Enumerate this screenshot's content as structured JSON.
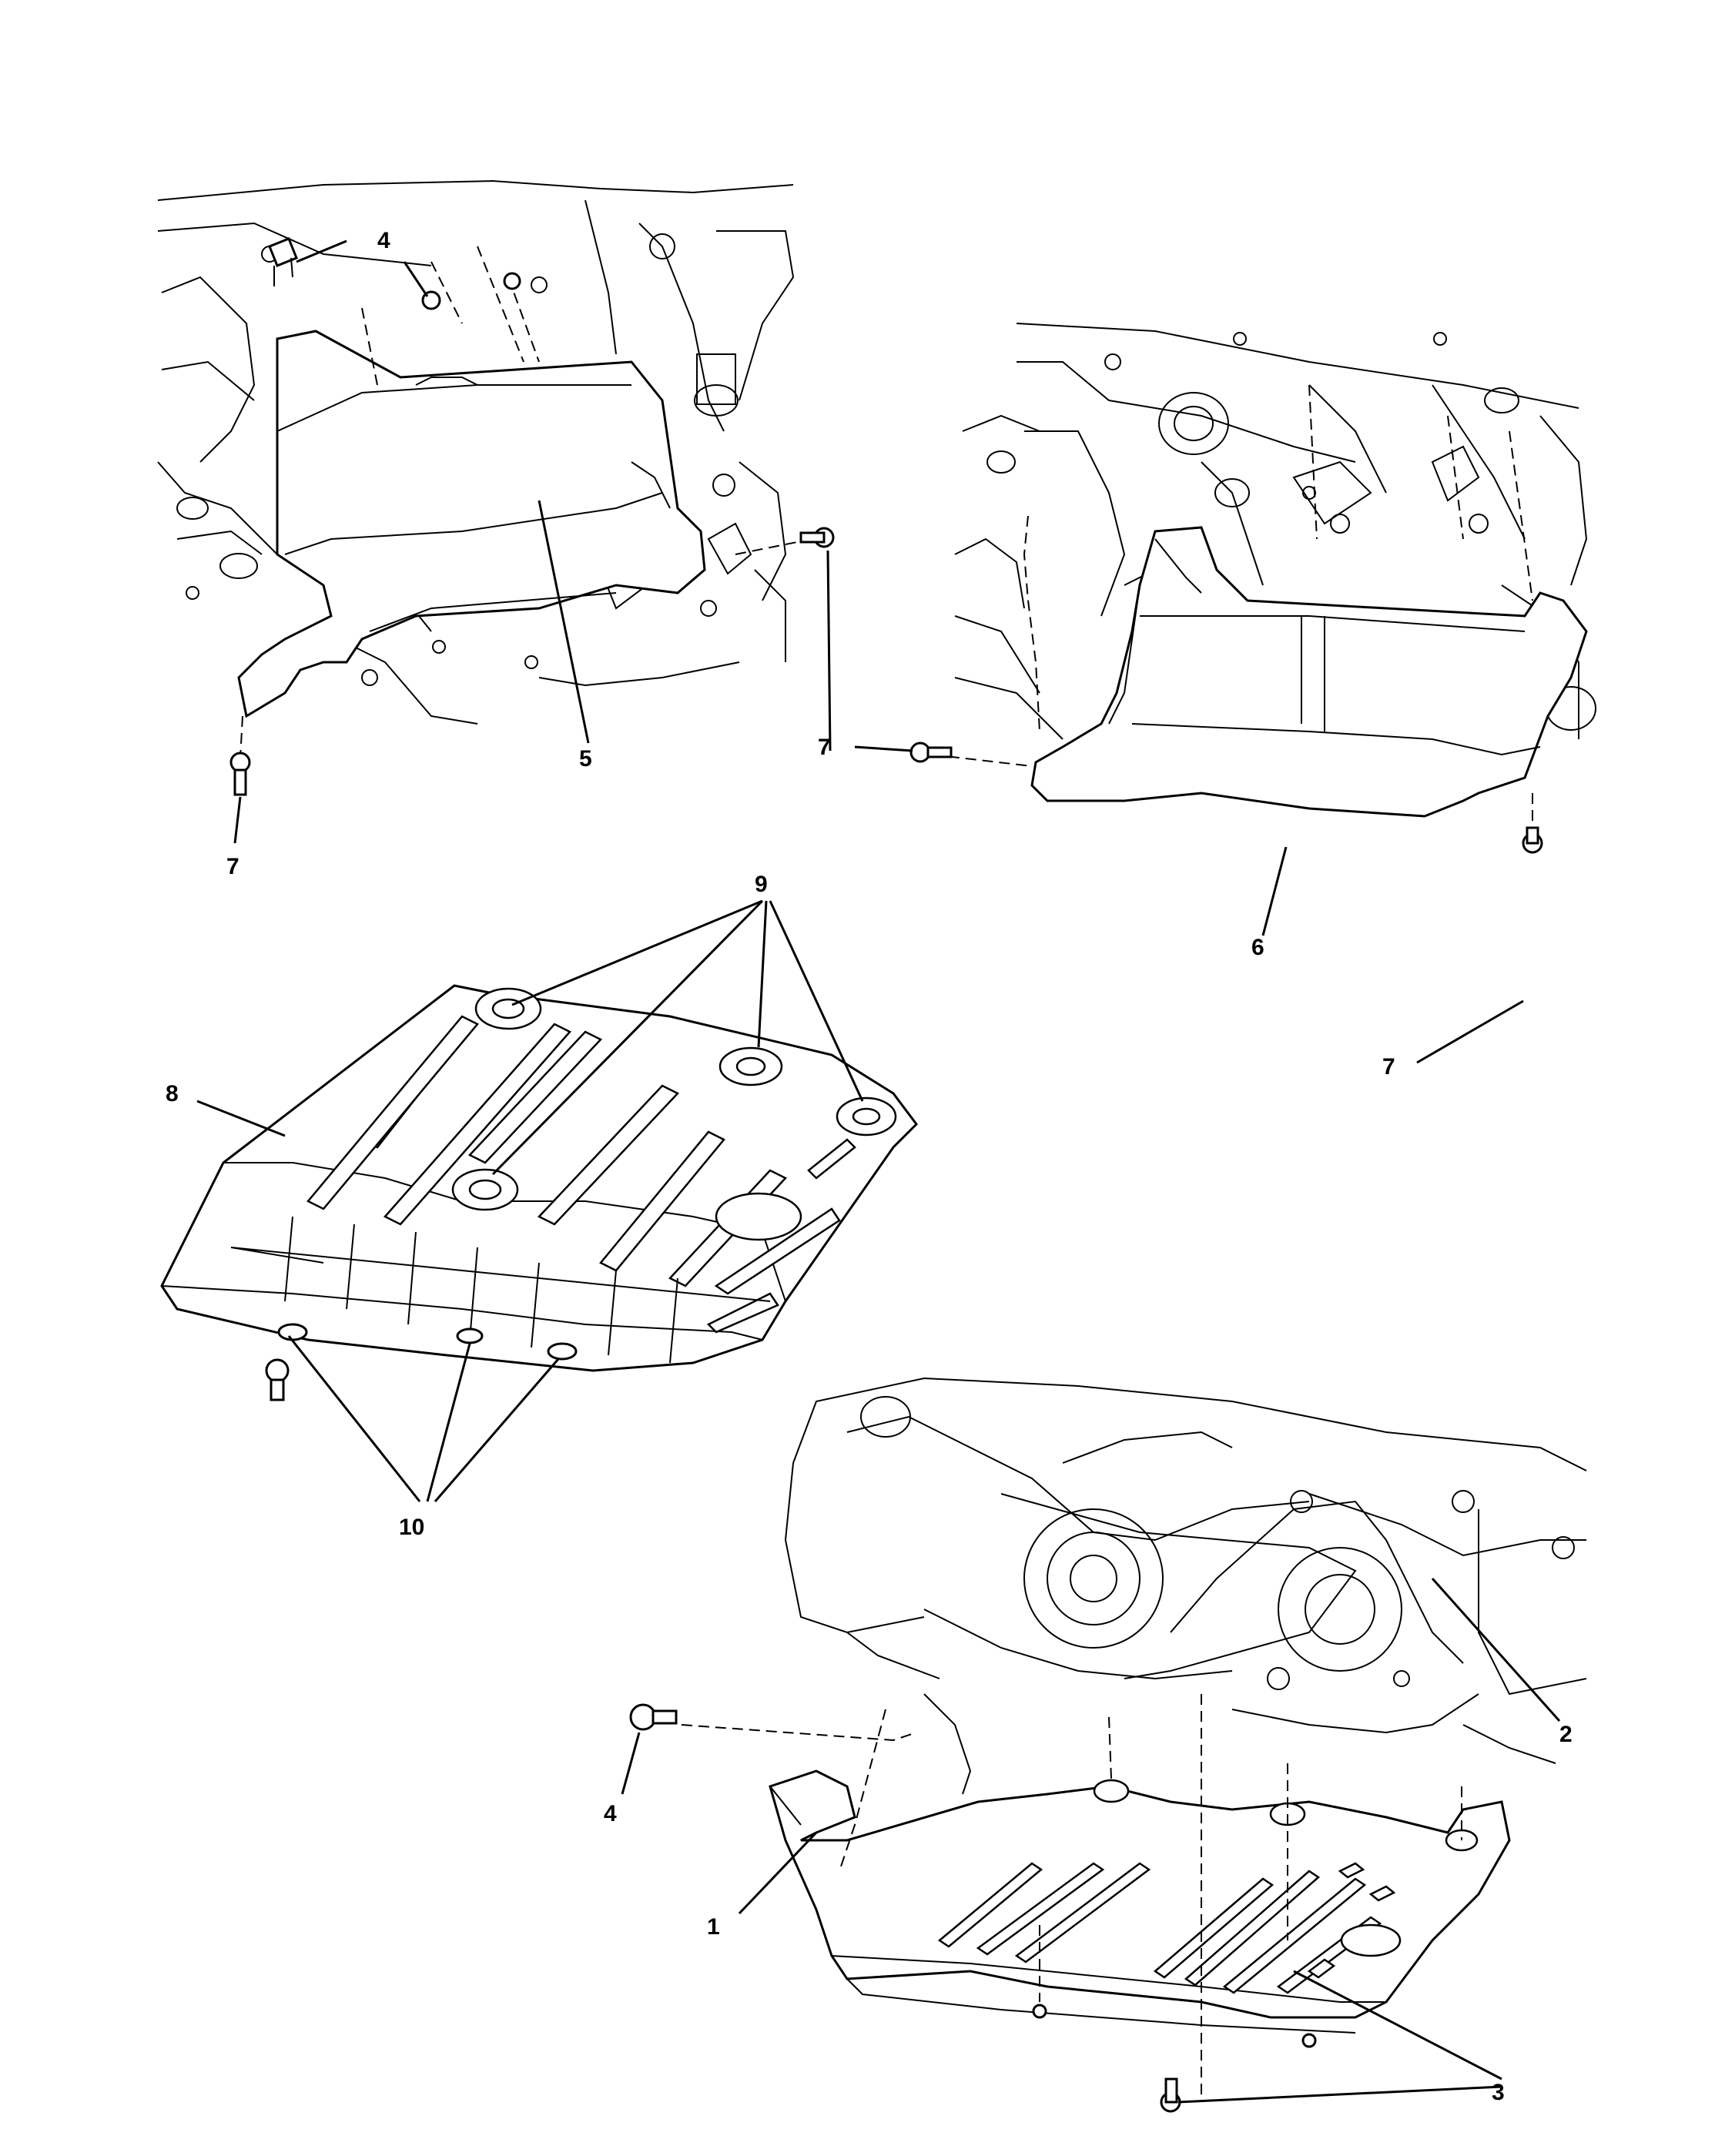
{
  "callouts": {
    "c1": "1",
    "c2": "2",
    "c3": "3",
    "c4_top": "4",
    "c4_bottom": "4",
    "c5": "5",
    "c6": "6",
    "c7_left": "7",
    "c7_mid": "7",
    "c7_right": "7",
    "c8": "8",
    "c9": "9",
    "c10": "10"
  },
  "views": [
    {
      "name": "upper-left-view",
      "parts": [
        "4",
        "5",
        "7"
      ]
    },
    {
      "name": "upper-right-view",
      "parts": [
        "6",
        "7"
      ]
    },
    {
      "name": "middle-skid-plate",
      "parts": [
        "8",
        "9",
        "10"
      ]
    },
    {
      "name": "lower-right-view",
      "parts": [
        "1",
        "2",
        "3",
        "4"
      ]
    }
  ]
}
